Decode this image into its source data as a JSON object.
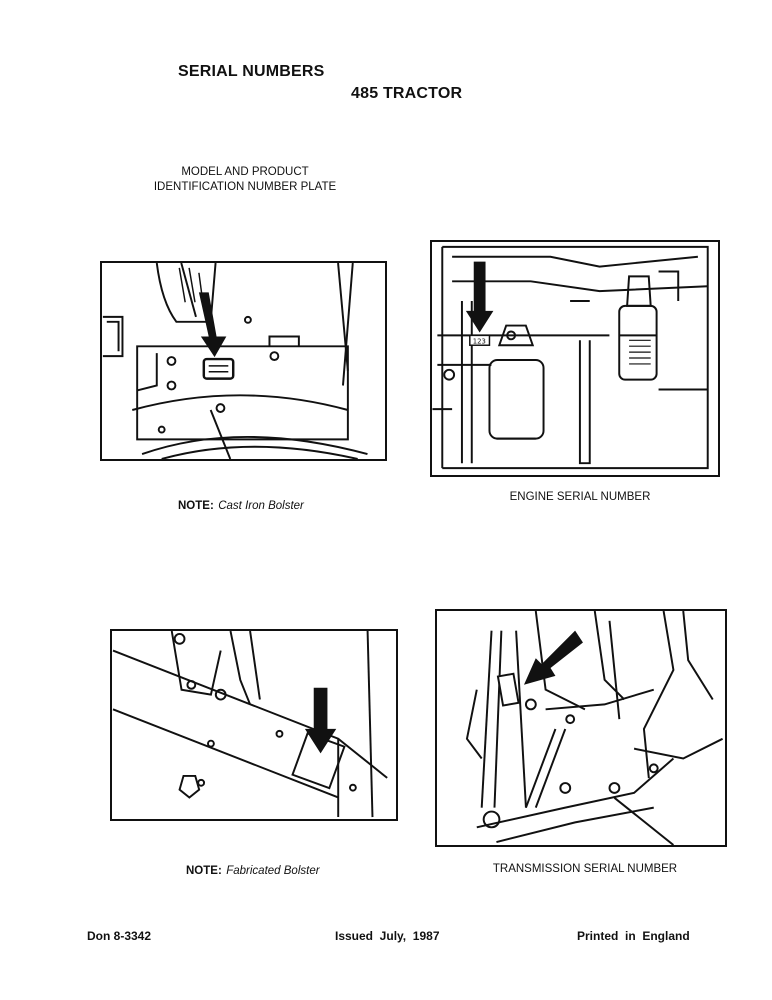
{
  "header": {
    "title": "SERIAL NUMBERS",
    "subtitle": "485 TRACTOR"
  },
  "plate_caption": {
    "line1": "MODEL AND PRODUCT",
    "line2": "IDENTIFICATION NUMBER PLATE"
  },
  "figures": [
    {
      "note_label": "NOTE:",
      "note_text": "Cast Iron Bolster"
    },
    {
      "caption": "ENGINE SERIAL NUMBER"
    },
    {
      "note_label": "NOTE:",
      "note_text": "Fabricated Bolster"
    },
    {
      "caption": "TRANSMISSION SERIAL NUMBER"
    }
  ],
  "engine_plate_text": "123",
  "footer": {
    "doc_number": "Don 8-3342",
    "issued": "Issued  July,  1987",
    "printed": "Printed  in  England"
  }
}
